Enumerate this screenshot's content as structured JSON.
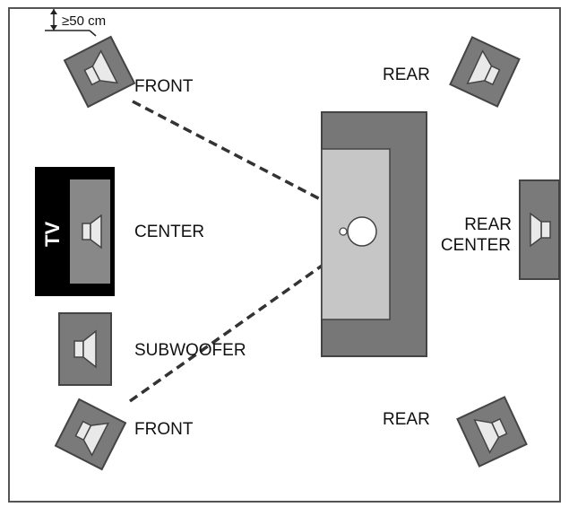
{
  "diagram": {
    "distance_label": "≥50 cm",
    "tv_label": "TV",
    "labels": {
      "front_left": "FRONT",
      "front_right": "FRONT",
      "rear_top": "REAR",
      "rear_bottom": "REAR",
      "center": "CENTER",
      "subwoofer": "SUBWOOFER",
      "rear_center_line1": "REAR",
      "rear_center_line2": "CENTER"
    },
    "colors": {
      "room_border": "#555555",
      "speaker_box": "#7a7a7a",
      "speaker_box_dark": "#444444",
      "speaker_cone": "#e9e9e9",
      "tv": "#000000",
      "tv_screen": "#888888",
      "sofa_outer": "#777777",
      "sofa_inner": "#c6c6c6",
      "listener": "#ffffff",
      "dash": "#333333"
    },
    "icons": [
      "speaker-icon",
      "listener-head-icon",
      "sofa-icon",
      "tv-icon"
    ]
  }
}
